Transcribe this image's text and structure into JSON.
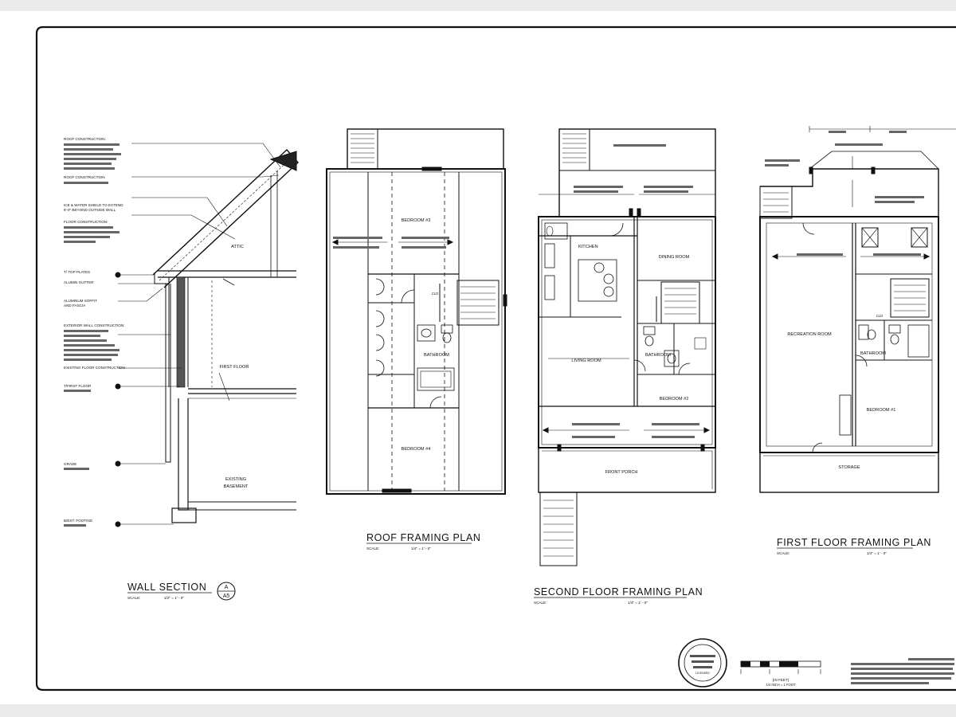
{
  "sheet": {
    "titles": {
      "wall_section": "WALL SECTION",
      "roof": "ROOF FRAMING PLAN",
      "second": "SECOND FLOOR FRAMING PLAN",
      "first": "FIRST FLOOR FRAMING PLAN"
    },
    "scales": {
      "wall_section": "1/2\" = 1' - 0\"",
      "plans": "1/4\" = 1' - 0\"",
      "scale_word": "SCALE:"
    },
    "section_marker": {
      "top": "A",
      "bottom": "A5"
    },
    "wall_section_labels": {
      "roof_construction": "ROOF CONSTRUCTION:",
      "ceiling_construction": "ROOF CONSTRUCTION",
      "ice_shield": "ICE & WATER SHIELD TO EXTEND",
      "ice_shield_2": "6'-0\" BEYOND OUTSIDE WALL",
      "floor_construction": "FLOOR CONSTRUCTION:",
      "top_plates": "T/ TOP PLATES",
      "gutter": "ALUMIN GUTTER",
      "soffit": "ALUMINUM SOFFIT",
      "soffit_2": "AND FASCIA",
      "ext_wall": "EXTERIOR WALL CONSTRUCTION:",
      "existing_floor": "EXISTING FLOOR CONSTRUCTION",
      "t_first_floor": "T/FIRST FLOOR",
      "grade": "GRADE",
      "footing": "B/EXT. FOOTING",
      "attic": "ATTIC",
      "first_floor": "FIRST FLOOR",
      "existing": "EXISTING",
      "basement": "BASEMENT"
    },
    "roof_rooms": {
      "bedroom3": "BEDROOM #3",
      "bedroom4": "BEDROOM #4",
      "bathroom": "BATHROOM",
      "clo": "CLO"
    },
    "second_rooms": {
      "kitchen": "KITCHEN",
      "dining": "DINING ROOM",
      "living": "LIVING ROOM",
      "bathroom": "BATHROOM",
      "bedroom2": "BEDROOM #2",
      "porch": "FRONT PORCH"
    },
    "first_rooms": {
      "recreation": "RECREATION ROOM",
      "bathroom": "BATHROOM",
      "bedroom1": "BEDROOM #1",
      "clo": "CLO",
      "storage": "STORAGE"
    },
    "notes": {
      "bar_label": "(IN FEET)",
      "bar_sub": "1/4 INCH = 1 FOOT",
      "seal_line": "LICENSED"
    }
  }
}
